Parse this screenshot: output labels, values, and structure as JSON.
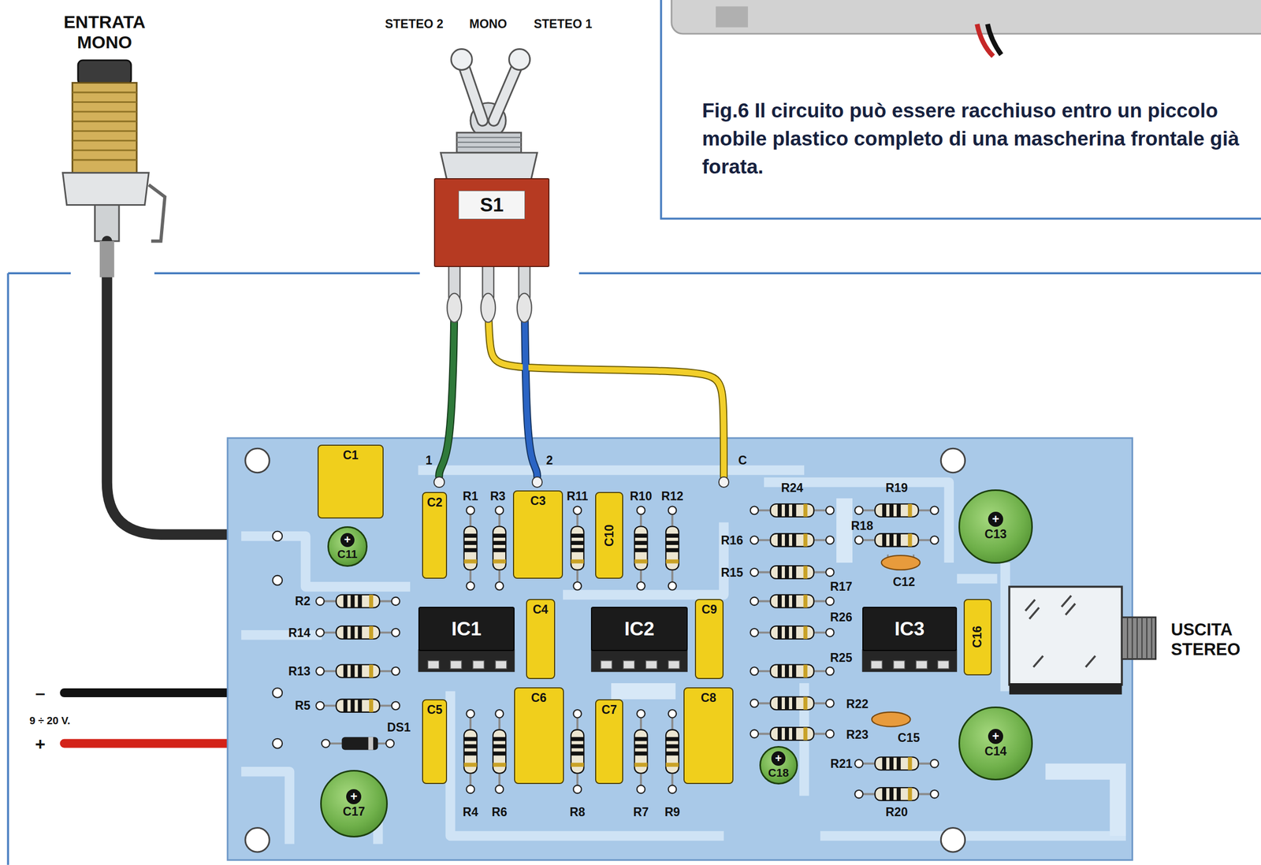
{
  "diagram": {
    "caption": "Fig.6 Il circuito può essere racchiuso entro un piccolo mobile plastico completo di una mascherina frontale già forata.",
    "nodes": [
      {
        "text": [
          "S1"
        ]
      },
      {
        "text": [
          "1"
        ]
      },
      {
        "text": [
          "2"
        ]
      },
      {
        "text": [
          "C"
        ]
      },
      {
        "text": [
          "C1"
        ]
      },
      {
        "text": [
          "+",
          "C11"
        ]
      },
      {
        "text": [
          "C2"
        ]
      },
      {
        "text": [
          "C3"
        ]
      },
      {
        "text": [
          "C10"
        ]
      },
      {
        "text": [
          "+",
          "C13"
        ]
      },
      {
        "text": [
          "IC1"
        ]
      },
      {
        "text": [
          "C4"
        ]
      },
      {
        "text": [
          "IC2"
        ]
      },
      {
        "text": [
          "C9"
        ]
      },
      {
        "text": [
          "IC3"
        ]
      },
      {
        "text": [
          "C16"
        ]
      },
      {
        "text": [
          "C5"
        ]
      },
      {
        "text": [
          "C6"
        ]
      },
      {
        "text": [
          "C7"
        ]
      },
      {
        "text": [
          "C8"
        ]
      },
      {
        "text": [
          "+",
          "C18"
        ]
      },
      {
        "text": [
          "+",
          "C14"
        ]
      },
      {
        "text": [
          "+",
          "C17"
        ]
      }
    ],
    "edges": [
      {
        "from": 0,
        "to": 1,
        "arrow": "none"
      },
      {
        "from": 0,
        "to": 3,
        "arrow": "none"
      },
      {
        "from": 0,
        "to": 2,
        "arrow": "none"
      }
    ],
    "labels": [
      "ENTRATA MONO",
      "STETEO 2",
      "MONO",
      "STETEO 1",
      "R1",
      "R3",
      "R11",
      "R10",
      "R12",
      "R24",
      "R19",
      "R18",
      "R16",
      "R15",
      "C12",
      "R17",
      "R2",
      "R26",
      "R14",
      "R25",
      "R13",
      "R5",
      "–",
      "DS1",
      "R22",
      "9 ÷ 20 V.",
      "+",
      "R23",
      "C15",
      "R21",
      "R20",
      "R4",
      "R6",
      "R8",
      "R7",
      "R9",
      "USCITA STEREO"
    ]
  }
}
